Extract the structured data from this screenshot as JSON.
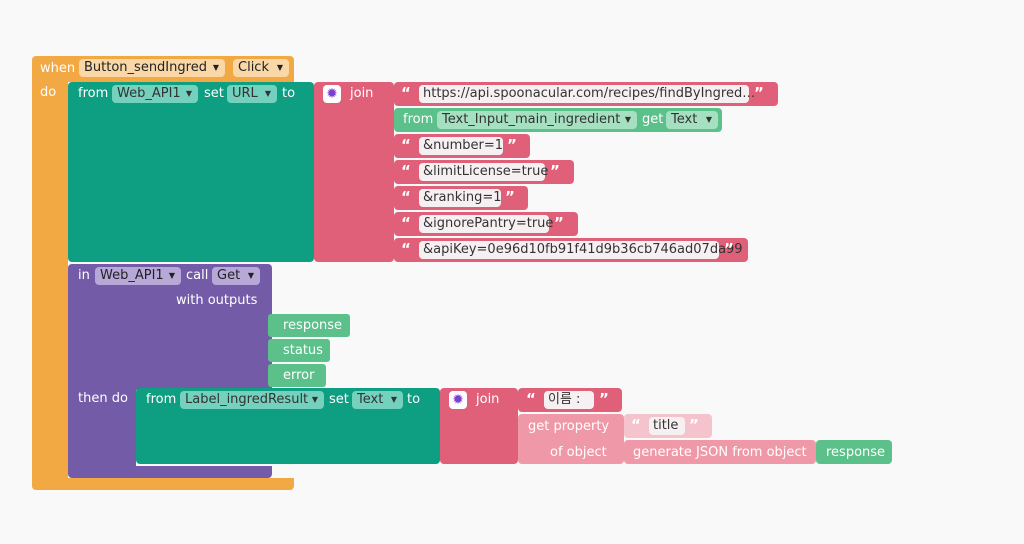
{
  "event": {
    "when": "when",
    "component": "Button_sendIngred",
    "event_name": "Click",
    "do": "do"
  },
  "set_url": {
    "from": "from",
    "component": "Web_API1",
    "set": "set",
    "property": "URL",
    "to": "to",
    "join": "join"
  },
  "url_parts": {
    "base": "https://api.spoonacular.com/recipes/findByIngred…",
    "text_input": {
      "from": "from",
      "component": "Text_Input_main_ingredient",
      "get": "get",
      "property": "Text"
    },
    "number": "&number=1",
    "limit_license": "&limitLicense=true",
    "ranking": "&ranking=1",
    "ignore_pantry": "&ignorePantry=true",
    "api_key": "&apiKey=0e96d10fb91f41d9b36cb746ad07da99"
  },
  "call": {
    "in": "in",
    "component": "Web_API1",
    "call": "call",
    "method": "Get",
    "with_outputs": "with outputs",
    "outputs": [
      "response",
      "status",
      "error"
    ],
    "then_do": "then do"
  },
  "set_label": {
    "from": "from",
    "component": "Label_ingredResult",
    "set": "set",
    "property": "Text",
    "to": "to",
    "join": "join",
    "prefix": "이름 :",
    "get_property": "get property",
    "property_name": "title",
    "of_object": "of object",
    "generate_json": "generate JSON from object",
    "response_var": "response"
  },
  "colors": {
    "event": "#f2a843",
    "component": "#0e9e82",
    "web": "#735ba7",
    "text": "#e0607a",
    "dict": "#ef99a8",
    "var": "#5cc08a"
  }
}
